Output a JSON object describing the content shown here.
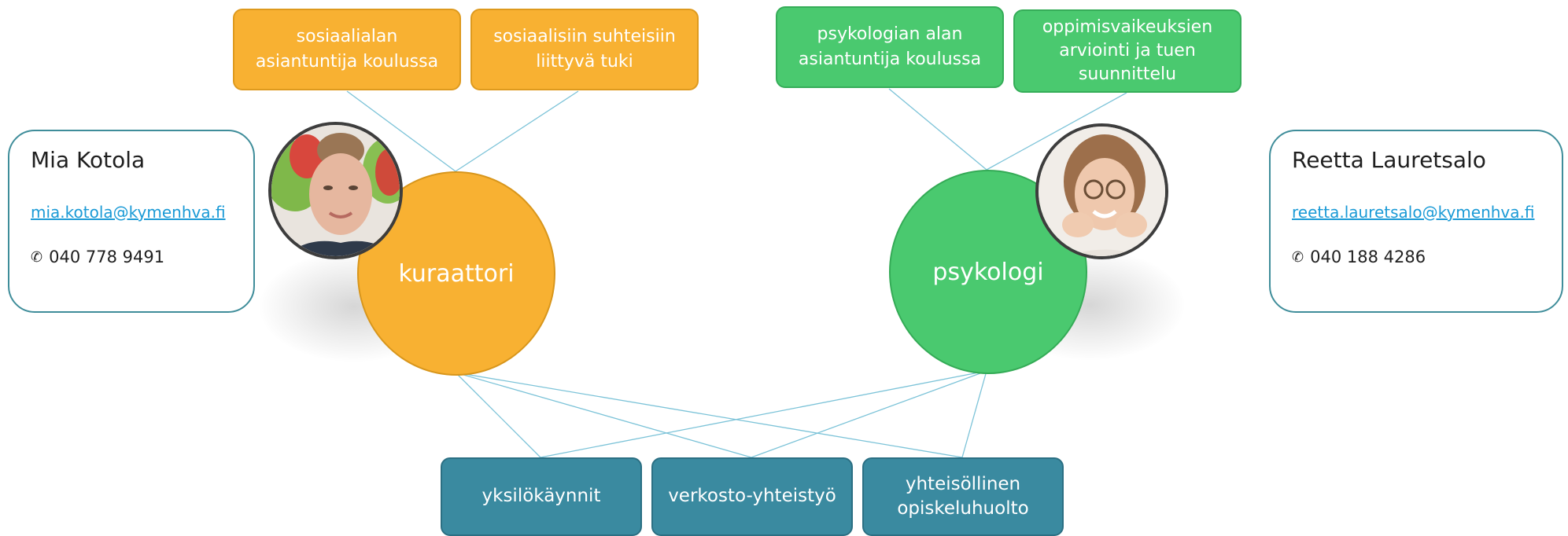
{
  "top_topics": [
    {
      "label": "sosiaalialan\nasiantuntija koulussa",
      "color": "orange"
    },
    {
      "label": "sosiaalisiin suhteisiin\nliittyvä tuki",
      "color": "orange"
    },
    {
      "label": "psykologian alan\nasiantuntija koulussa",
      "color": "green"
    },
    {
      "label": "oppimisvaikeuksien\narviointi ja tuen\nsuunnittelu",
      "color": "green"
    }
  ],
  "roles": {
    "left": {
      "label": "kuraattori",
      "color": "#f8b132"
    },
    "right": {
      "label": "psykologi",
      "color": "#4ac96f"
    }
  },
  "contacts": {
    "left": {
      "name": "Mia Kotola",
      "email": "mia.kotola@kymenhva.fi",
      "phone_icon": "phone-icon",
      "phone": "040 778 9491"
    },
    "right": {
      "name": "Reetta Lauretsalo",
      "email": "reetta.lauretsalo@kymenhva.fi",
      "phone_icon": "phone-icon",
      "phone": "040 188 4286"
    }
  },
  "bottom_services": [
    {
      "label": "yksilökäynnit"
    },
    {
      "label": "verkosto-yhteistyö"
    },
    {
      "label": "yhteisöllinen\nopiskeluhuolto"
    }
  ],
  "colors": {
    "orange": "#f8b132",
    "green": "#4ac96f",
    "teal": "#3a8aa0",
    "connector": "#7cc3d8",
    "contact_border": "#3f8d9a"
  }
}
